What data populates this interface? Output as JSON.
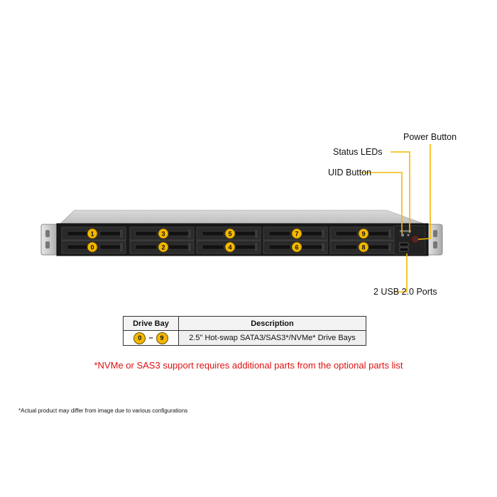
{
  "callouts": {
    "power_button": "Power Button",
    "status_leds": "Status LEDs",
    "uid_button": "UID Button",
    "usb_ports": "2 USB 2.0 Ports"
  },
  "drive_bays": {
    "top_row": [
      "1",
      "3",
      "5",
      "7",
      "9"
    ],
    "bottom_row": [
      "0",
      "2",
      "4",
      "6",
      "8"
    ]
  },
  "table": {
    "header_bay": "Drive Bay",
    "header_desc": "Description",
    "range_start": "0",
    "range_sep": "–",
    "range_end": "9",
    "description": "2.5\" Hot-swap SATA3/SAS3*/NVMe* Drive Bays"
  },
  "note": "*NVMe or SAS3 support requires additional parts from the optional parts list",
  "footnote": "*Actual product may differ from image due to various configurations",
  "colors": {
    "callout_line": "#f4b800",
    "badge": "#f4b800",
    "note": "#e01010"
  }
}
